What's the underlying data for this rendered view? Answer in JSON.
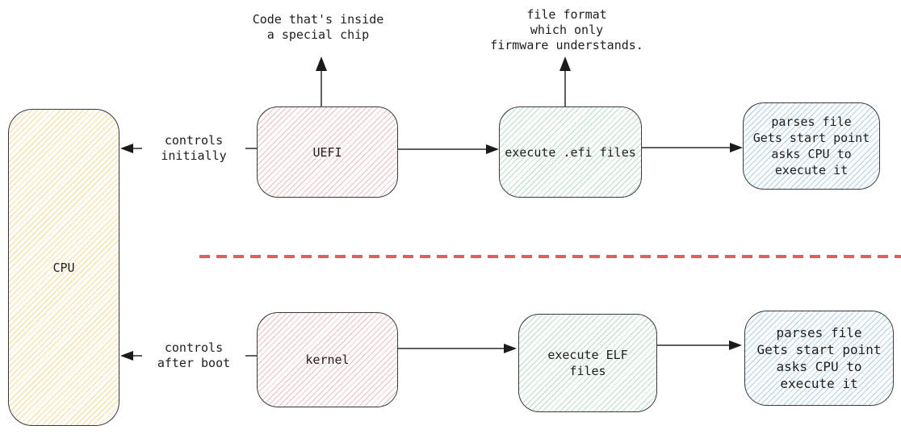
{
  "nodes": {
    "cpu": {
      "label": "CPU"
    },
    "uefi": {
      "label": "UEFI"
    },
    "execute_efi": {
      "label": "execute .efi files"
    },
    "parser_top": {
      "lines": [
        "parses file",
        "Gets start point",
        "asks CPU to",
        "execute it"
      ]
    },
    "kernel": {
      "label": "kernel"
    },
    "execute_elf": {
      "lines": [
        "execute ELF",
        "files"
      ]
    },
    "parser_bottom": {
      "lines": [
        "parses file",
        "Gets start point",
        "asks CPU to",
        "execute it"
      ]
    }
  },
  "edge_labels": {
    "controls_initially": {
      "lines": [
        "controls",
        "initially"
      ]
    },
    "controls_after_boot": {
      "lines": [
        "controls",
        "after boot"
      ]
    }
  },
  "annotations": {
    "uefi_note": {
      "lines": [
        "Code that's inside",
        "a special chip"
      ]
    },
    "efi_note": {
      "lines": [
        "file format",
        "which only",
        "firmware understands."
      ]
    }
  },
  "colors": {
    "cpu_hatch": "#f4da96",
    "pink_hatch": "#efbdbd",
    "green_hatch": "#b8dcc6",
    "blue_hatch": "#aed0e8",
    "divider": "#e25e5e",
    "line": "#5f5f5f",
    "arrowhead": "#1b1b1b",
    "border": "#3a3a3a",
    "text": "#1e1e1e"
  }
}
